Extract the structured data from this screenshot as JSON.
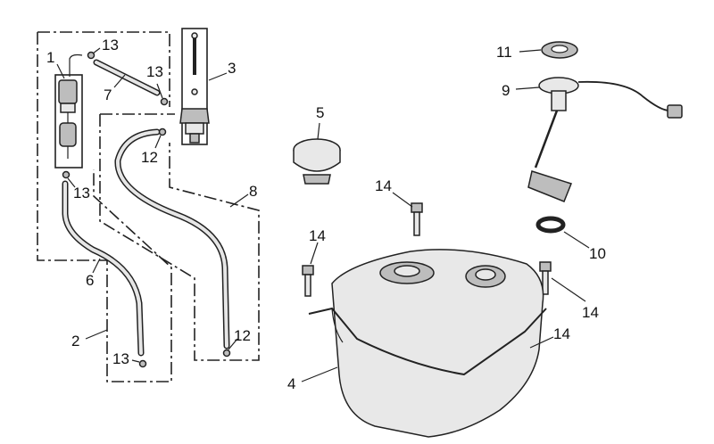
{
  "diagram": {
    "callouts": [
      {
        "id": "c1",
        "text": "1"
      },
      {
        "id": "c2",
        "text": "2"
      },
      {
        "id": "c3",
        "text": "3"
      },
      {
        "id": "c4",
        "text": "4"
      },
      {
        "id": "c5",
        "text": "5"
      },
      {
        "id": "c6",
        "text": "6"
      },
      {
        "id": "c7",
        "text": "7"
      },
      {
        "id": "c8",
        "text": "8"
      },
      {
        "id": "c9",
        "text": "9"
      },
      {
        "id": "c10",
        "text": "10"
      },
      {
        "id": "c11",
        "text": "11"
      },
      {
        "id": "c12a",
        "text": "12"
      },
      {
        "id": "c12b",
        "text": "12"
      },
      {
        "id": "c13a",
        "text": "13"
      },
      {
        "id": "c13b",
        "text": "13"
      },
      {
        "id": "c13c",
        "text": "13"
      },
      {
        "id": "c13d",
        "text": "13"
      },
      {
        "id": "c14a",
        "text": "14"
      },
      {
        "id": "c14b",
        "text": "14"
      },
      {
        "id": "c14c",
        "text": "14"
      },
      {
        "id": "c14d",
        "text": "14"
      }
    ]
  }
}
